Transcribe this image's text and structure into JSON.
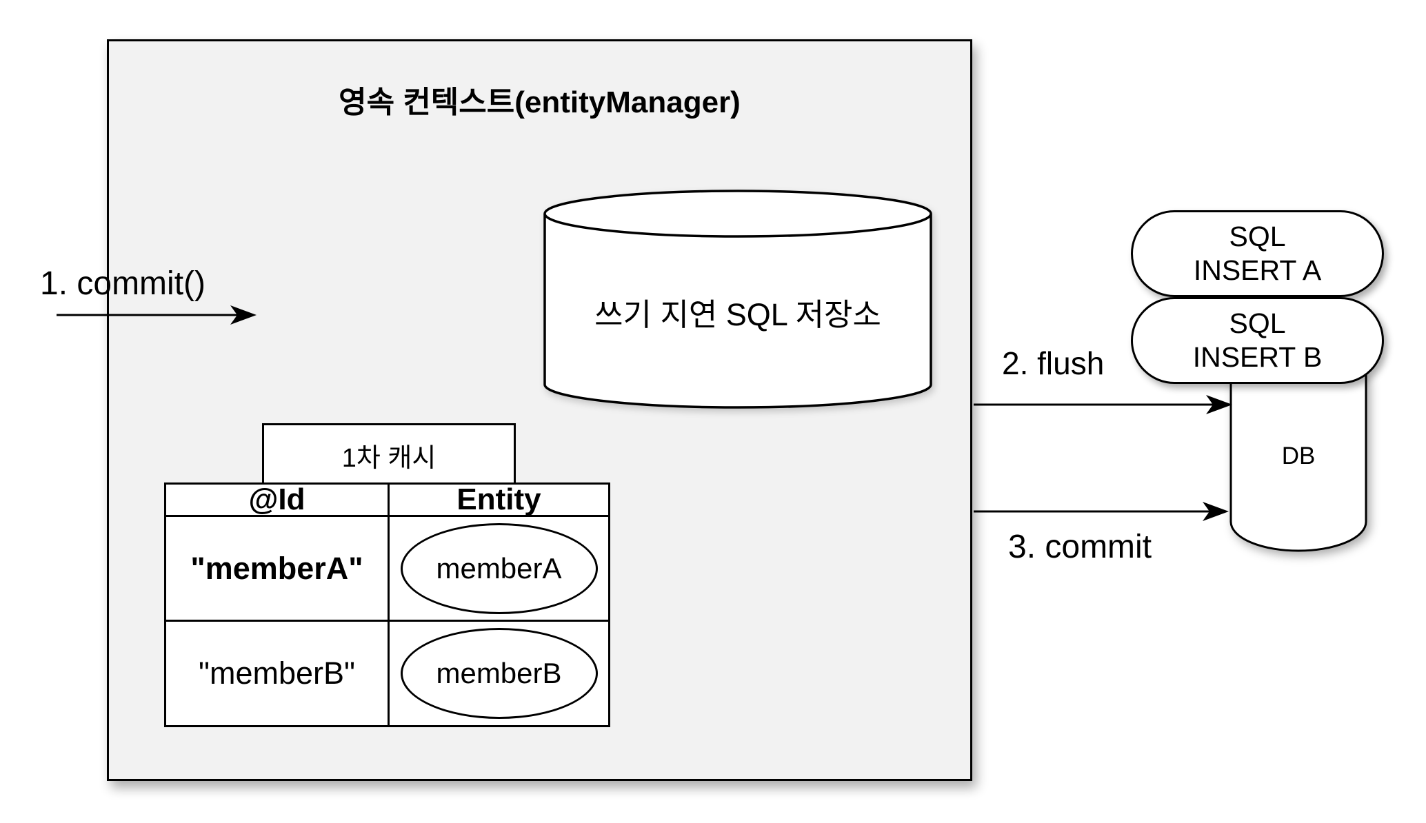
{
  "diagram": {
    "title": "영속 컨텍스트(entityManager)",
    "steps": {
      "step1": "1. commit()",
      "step2": "2. flush",
      "step3": "3. commit"
    },
    "sql_store": {
      "label": "쓰기 지연 SQL 저장소"
    },
    "cache": {
      "tab": "1차 캐시",
      "columns": [
        "@Id",
        "Entity"
      ],
      "rows": [
        {
          "id": "\"memberA\"",
          "entity": "memberA"
        },
        {
          "id": "\"memberB\"",
          "entity": "memberB"
        }
      ]
    },
    "sql_pills": [
      {
        "line1": "SQL",
        "line2": "INSERT A"
      },
      {
        "line1": "SQL",
        "line2": "INSERT B"
      }
    ],
    "db": {
      "label": "DB"
    },
    "colors": {
      "stroke": "#000000",
      "context_box_fill": "#f2f2f2",
      "shape_fill": "#ffffff",
      "background": "#ffffff"
    }
  }
}
